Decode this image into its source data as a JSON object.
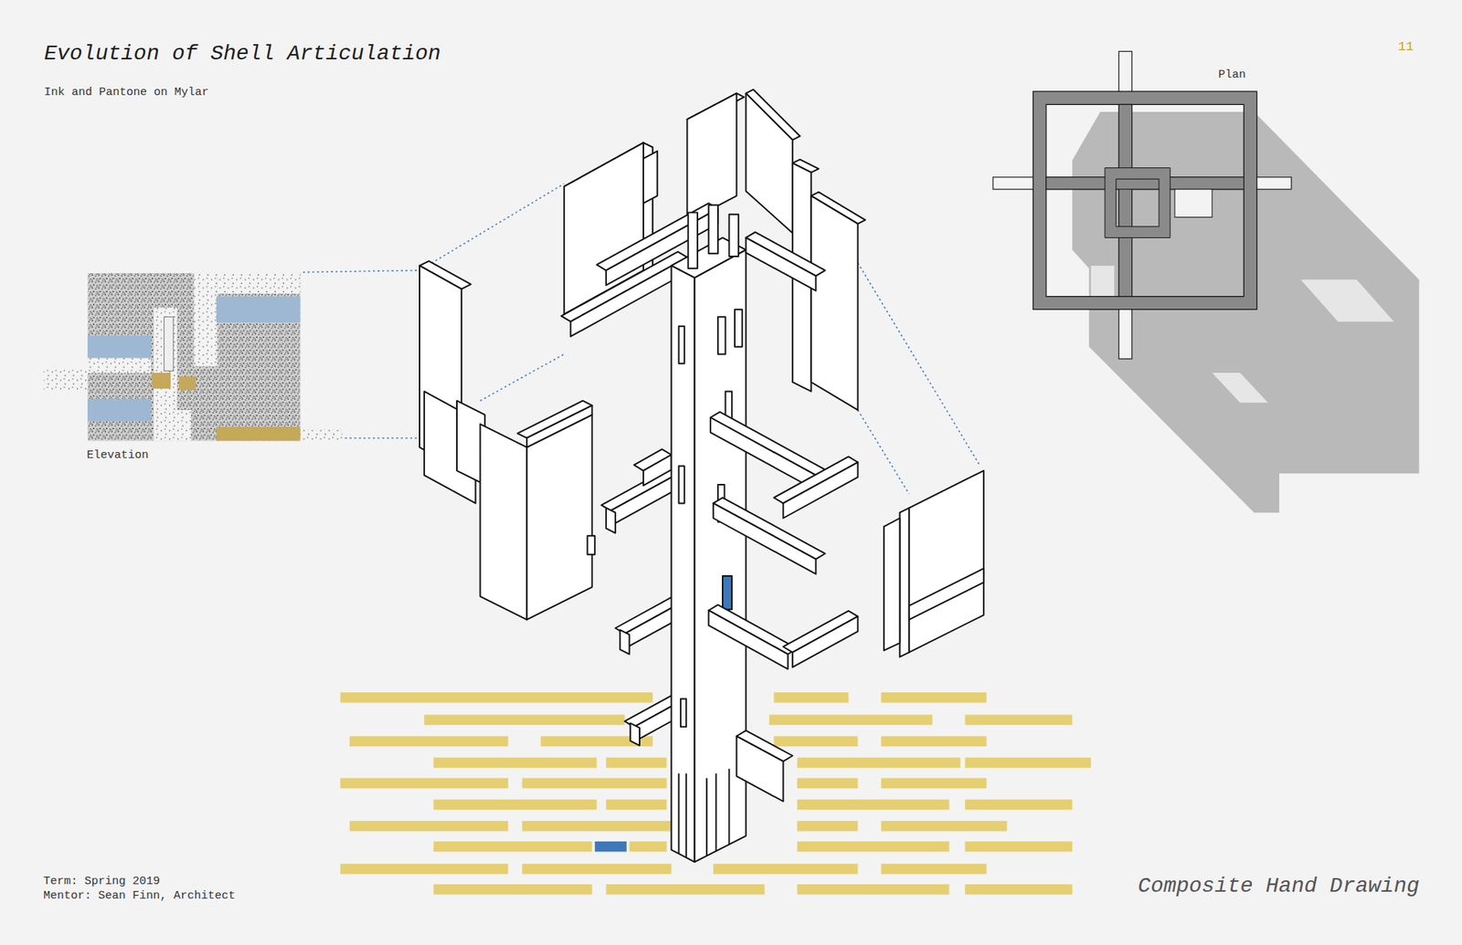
{
  "diagram": {
    "title": "Evolution of Shell Articulation",
    "caption": "Composite Hand Drawing",
    "labels": [
      "11",
      "Ink and Pantone on Mylar",
      "Plan",
      "Elevation",
      "Term: Spring 2019",
      "Mentor: Sean Finn, Architect"
    ]
  }
}
